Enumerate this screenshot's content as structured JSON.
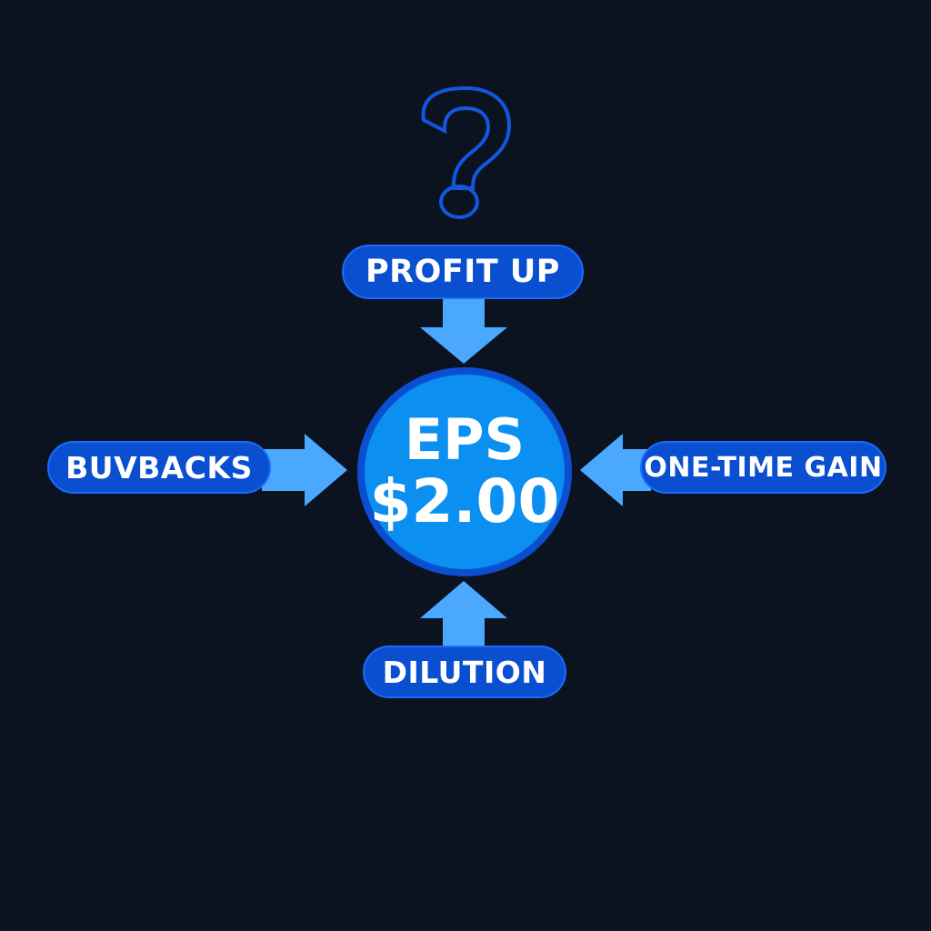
{
  "center": {
    "label": "EPS",
    "value": "$2.00"
  },
  "factors": {
    "top": "PROFIT UP",
    "left": "BUVBACKS",
    "right": "ONE-TIME GAIN",
    "bottom": "DILUTION"
  },
  "icons": {
    "top": "question-mark-icon",
    "arrows": [
      "arrow-down-icon",
      "arrow-right-icon",
      "arrow-left-icon",
      "arrow-up-icon"
    ]
  },
  "colors": {
    "background": "#0b1220",
    "pill_fill": "#0a4fd0",
    "circle_fill": "#0b8ff0",
    "arrow": "#4aa8ff",
    "question_mark": "#1257e0"
  }
}
